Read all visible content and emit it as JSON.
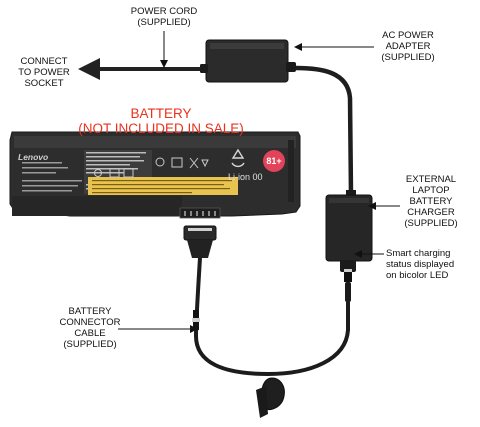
{
  "labels": {
    "power_cord": [
      "POWER CORD",
      "(SUPPLIED)"
    ],
    "ac_adapter": [
      "AC POWER",
      "ADAPTER",
      "(SUPPLIED)"
    ],
    "connect_socket": [
      "CONNECT",
      "TO POWER",
      "SOCKET"
    ],
    "battery": [
      "BATTERY",
      "(NOT INCLUDED IN SALE)"
    ],
    "charger": [
      "EXTERNAL",
      "LAPTOP",
      "BATTERY",
      "CHARGER",
      "(SUPPLIED)"
    ],
    "led": [
      "Smart charging",
      "status displayed",
      "on bicolor LED"
    ],
    "connector_cable": [
      "BATTERY",
      "CONNECTOR",
      "CABLE",
      "(SUPPLIED)"
    ]
  },
  "battery_print": {
    "brand": "Lenovo",
    "chemistry": "Li-ion",
    "code": "00",
    "badge": "81+"
  },
  "colors": {
    "red_text": "#e8321e",
    "battery_body": "#2b2b2b",
    "warning_label": "#e9c34f",
    "badge": "#e0435a"
  }
}
